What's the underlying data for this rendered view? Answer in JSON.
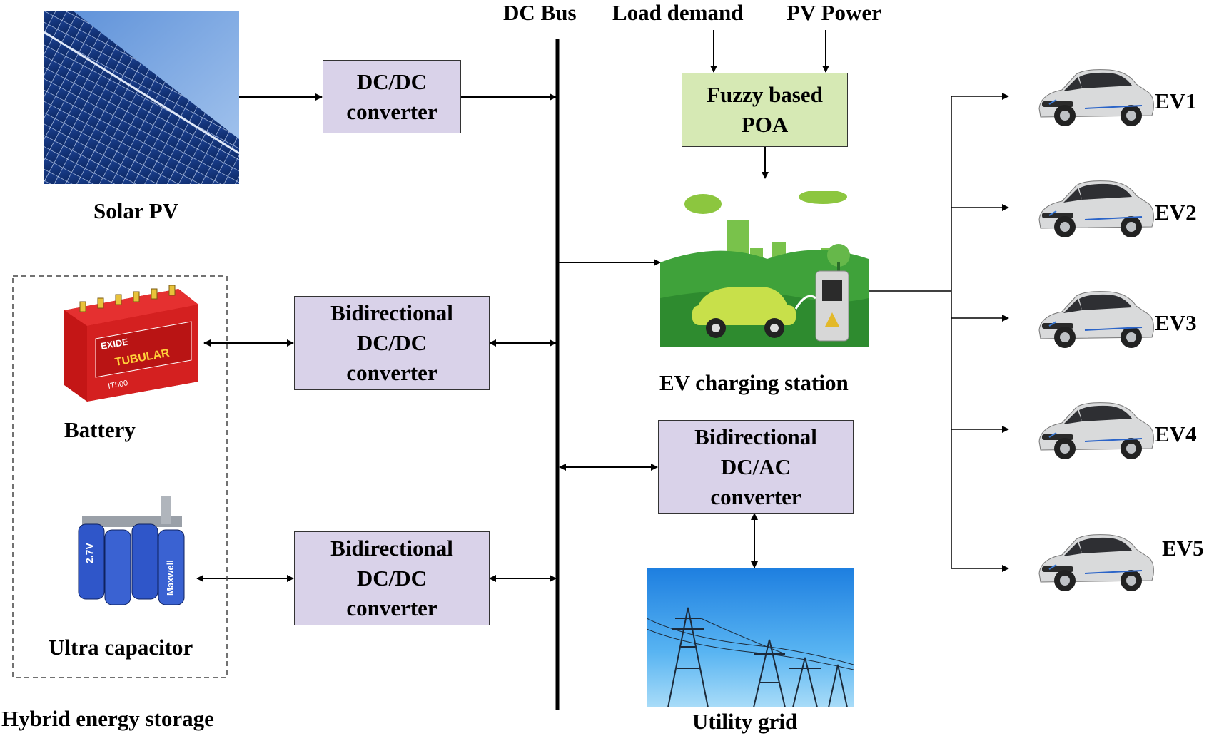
{
  "labels": {
    "dc_bus": "DC Bus",
    "load_demand": "Load demand",
    "pv_power": "PV Power",
    "solar_pv": "Solar PV",
    "battery": "Battery",
    "ultra_capacitor": "Ultra capacitor",
    "hybrid_storage": "Hybrid energy storage",
    "ev_station": "EV charging station",
    "utility_grid": "Utility grid"
  },
  "boxes": {
    "pv_converter": [
      "DC/DC",
      "converter"
    ],
    "battery_converter": [
      "Bidirectional",
      "DC/DC",
      "converter"
    ],
    "uc_converter": [
      "Bidirectional",
      "DC/DC",
      "converter"
    ],
    "grid_converter": [
      "Bidirectional",
      "DC/AC",
      "converter"
    ],
    "controller": [
      "Fuzzy based",
      "POA"
    ]
  },
  "evs": [
    "EV1",
    "EV2",
    "EV3",
    "EV4",
    "EV5"
  ],
  "battery_print": {
    "brand": "EXIDE",
    "line": "TUBULAR",
    "model": "IT500"
  },
  "capacitor_print": {
    "voltage": "2.7V",
    "brand": "Maxwell"
  },
  "colors": {
    "converter_fill": "#d9d2e9",
    "controller_fill": "#d6e9b4",
    "station_green": "#3fa23a",
    "battery_red": "#d42020",
    "capacitor_blue": "#2f56c9"
  }
}
